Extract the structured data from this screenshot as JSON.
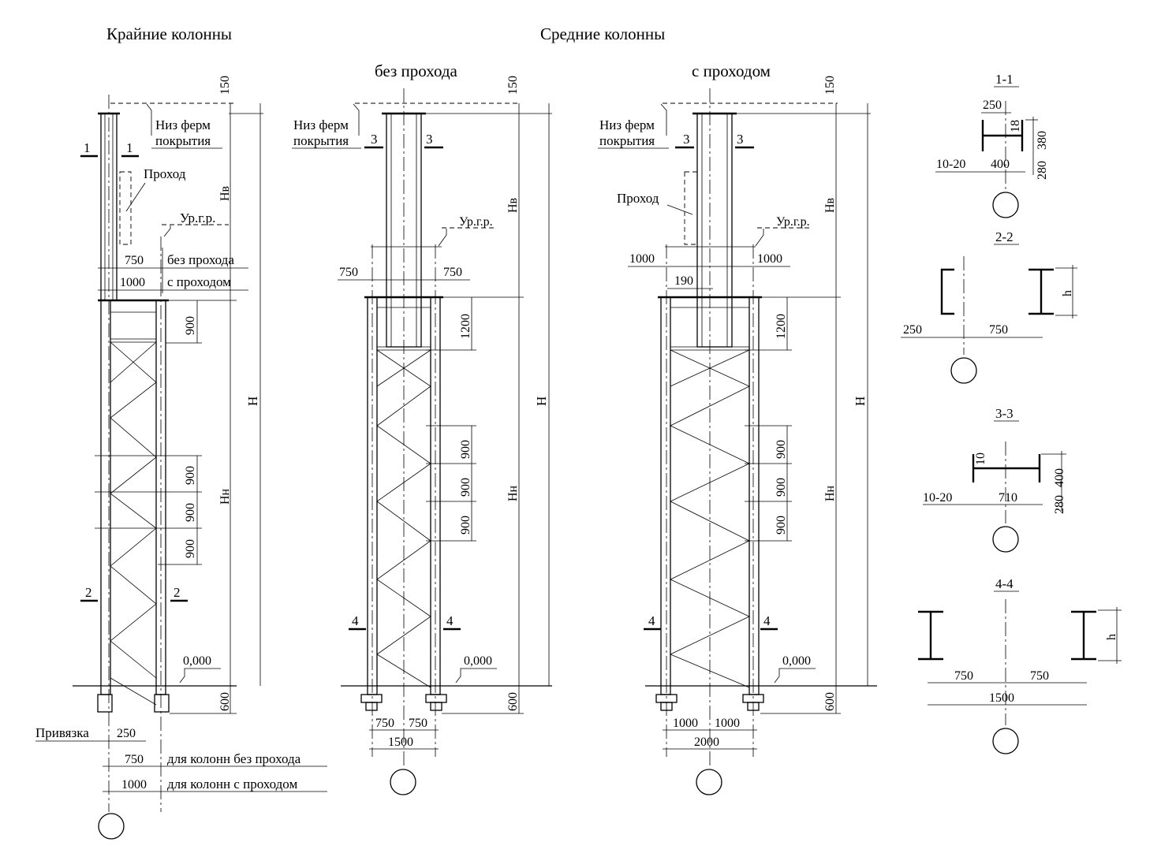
{
  "headings": {
    "outer_columns": "Крайние колонны",
    "middle_columns": "Средние колонны",
    "no_passage": "без прохода",
    "with_passage": "с проходом"
  },
  "labels": {
    "truss_bottom_1": "Низ ферм",
    "truss_bottom_2": "покрытия",
    "passage": "Проход",
    "crane_level": "Ур.г.р.",
    "no_passage": "без прохода",
    "with_passage": "с проходом",
    "zero_mark": "0,000",
    "binding": "Привязка",
    "for_no_passage": "для колонн без прохода",
    "for_with_passage": "для колонн с проходом",
    "h_upper": "Hв",
    "h_lower": "Hн",
    "h_total": "H",
    "h_section": "h"
  },
  "cut_marks": [
    "1",
    "2",
    "3",
    "4"
  ],
  "dims": {
    "d150": "150",
    "d600": "600",
    "d750": "750",
    "d1000": "1000",
    "d900": "900",
    "d1200": "1200",
    "d250": "250",
    "d1500": "1500",
    "d2000": "2000",
    "d190": "190"
  },
  "sections": {
    "s11": {
      "title": "1-1",
      "d250": "250",
      "d18": "18",
      "d380": "380",
      "d1020": "10-20",
      "d400": "400",
      "d280": "280"
    },
    "s22": {
      "title": "2-2",
      "d250": "250",
      "d750": "750"
    },
    "s33": {
      "title": "3-3",
      "d10": "10",
      "d400": "400",
      "d1020": "10-20",
      "d710": "710",
      "d280": "280"
    },
    "s44": {
      "title": "4-4",
      "d750a": "750",
      "d750b": "750",
      "d1500": "1500"
    }
  }
}
